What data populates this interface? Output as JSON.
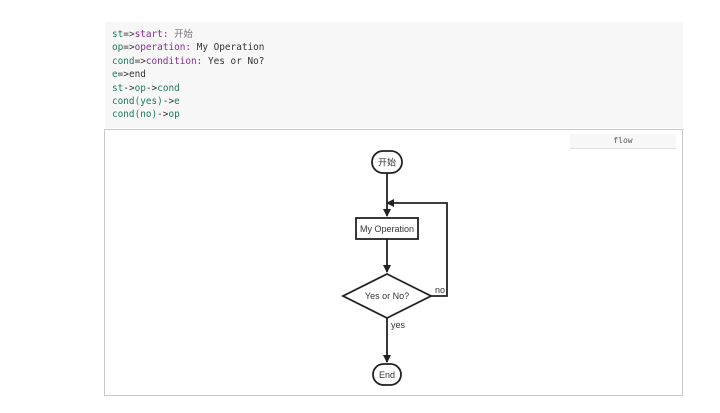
{
  "code": {
    "lines": [
      [
        {
          "t": "st",
          "c": "var"
        },
        {
          "t": "=>",
          "c": "op"
        },
        {
          "t": "start:",
          "c": "kw"
        },
        {
          "t": " ",
          "c": "text"
        },
        {
          "t": "开始",
          "c": "cn"
        }
      ],
      [
        {
          "t": "op",
          "c": "var"
        },
        {
          "t": "=>",
          "c": "op"
        },
        {
          "t": "operation:",
          "c": "kw"
        },
        {
          "t": " My Operation",
          "c": "text"
        }
      ],
      [
        {
          "t": "cond",
          "c": "var"
        },
        {
          "t": "=>",
          "c": "op"
        },
        {
          "t": "condition:",
          "c": "kw"
        },
        {
          "t": " Yes or No?",
          "c": "text"
        }
      ],
      [
        {
          "t": "e",
          "c": "var"
        },
        {
          "t": "=>",
          "c": "op"
        },
        {
          "t": "end",
          "c": "text"
        }
      ],
      [
        {
          "t": "st",
          "c": "var"
        },
        {
          "t": "->",
          "c": "op"
        },
        {
          "t": "op",
          "c": "var"
        },
        {
          "t": "->",
          "c": "op"
        },
        {
          "t": "cond",
          "c": "var"
        }
      ],
      [
        {
          "t": "cond(yes)",
          "c": "var"
        },
        {
          "t": "->",
          "c": "op"
        },
        {
          "t": "e",
          "c": "var"
        }
      ],
      [
        {
          "t": "cond(no)",
          "c": "var"
        },
        {
          "t": "->",
          "c": "op"
        },
        {
          "t": "op",
          "c": "var"
        }
      ]
    ]
  },
  "preview": {
    "tab_label": "flow"
  },
  "flow": {
    "start_label": "开始",
    "operation_label": "My Operation",
    "condition_label": "Yes or No?",
    "end_label": "End",
    "yes_label": "yes",
    "no_label": "no"
  },
  "colors": {
    "code_bg": "#f7f7f8",
    "keyword": "#8a2b97",
    "variable": "#1f7a5c",
    "stroke": "#222222"
  }
}
